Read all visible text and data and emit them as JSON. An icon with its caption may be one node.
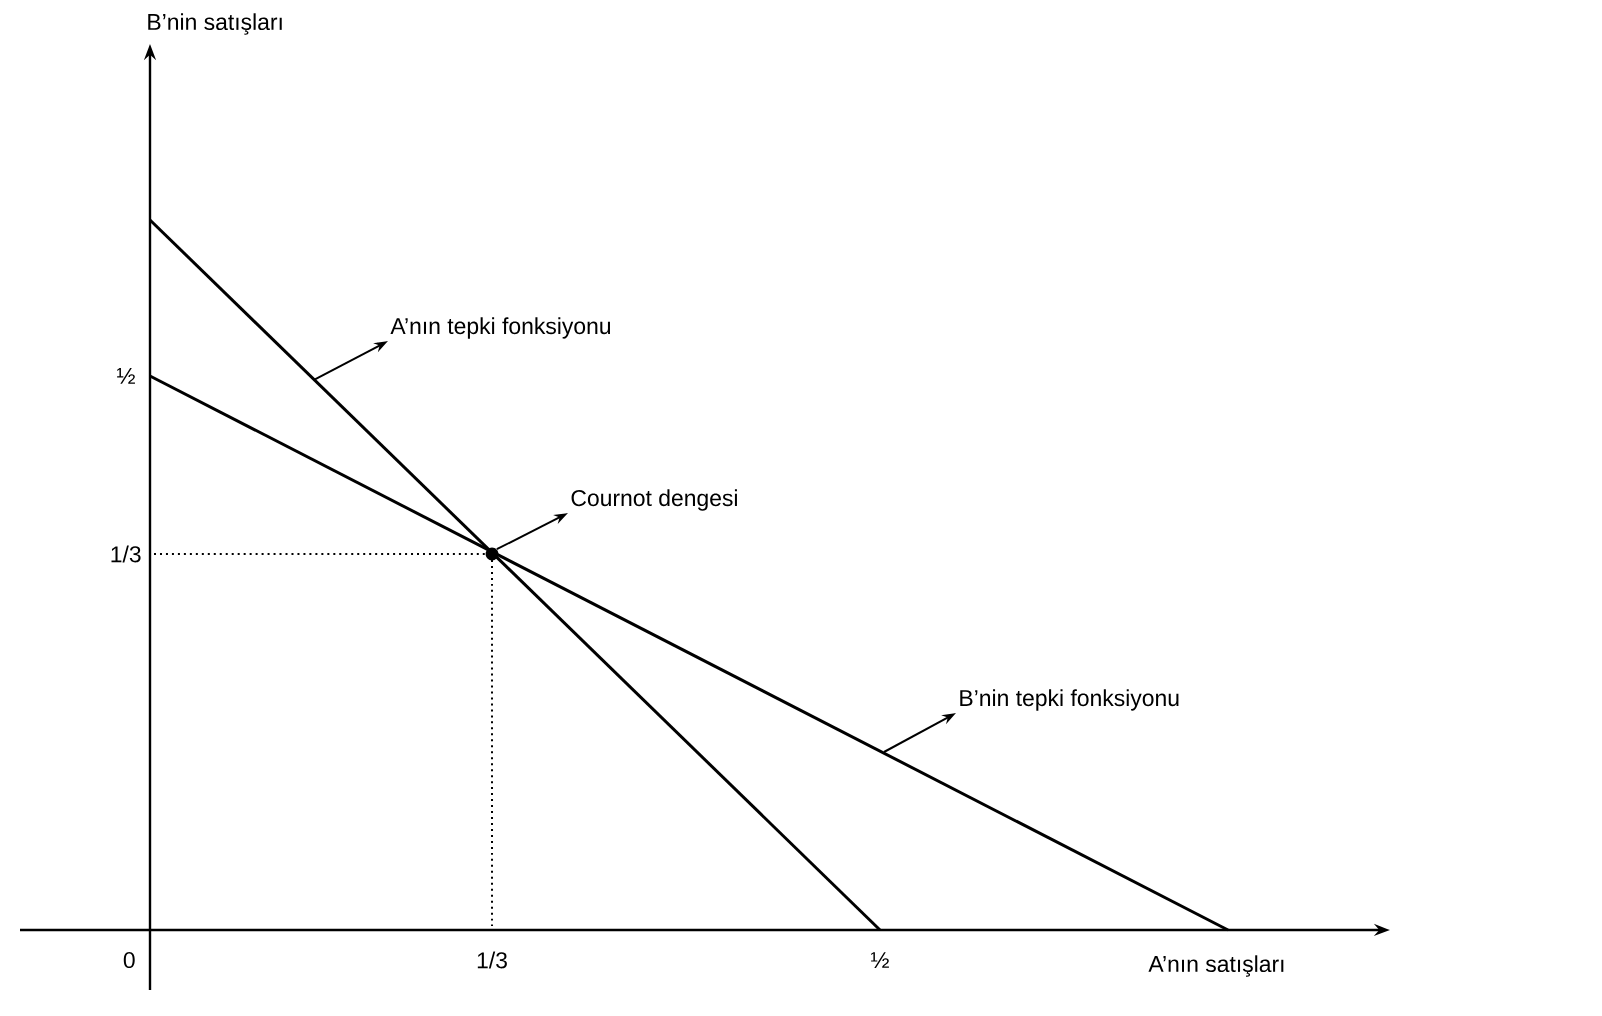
{
  "diagram": {
    "nodes": [
      {
        "text": [
          "A’nın tepki fonksiyonu"
        ]
      },
      {
        "text": [
          "Cournot dengesi"
        ]
      },
      {
        "text": [
          "B’nin tepki fonksiyonu"
        ]
      },
      {
        "text": [],
        "shape": "circle"
      }
    ],
    "edges": [
      {
        "from": null,
        "to": 0,
        "arrow": "to"
      },
      {
        "from": 3,
        "to": 1,
        "arrow": "to"
      },
      {
        "from": null,
        "to": 2,
        "arrow": "to"
      }
    ],
    "labels": [
      "B’nin satışları",
      "½",
      "1/3",
      "0",
      "1/3",
      "½",
      "A’nın satışları"
    ]
  }
}
